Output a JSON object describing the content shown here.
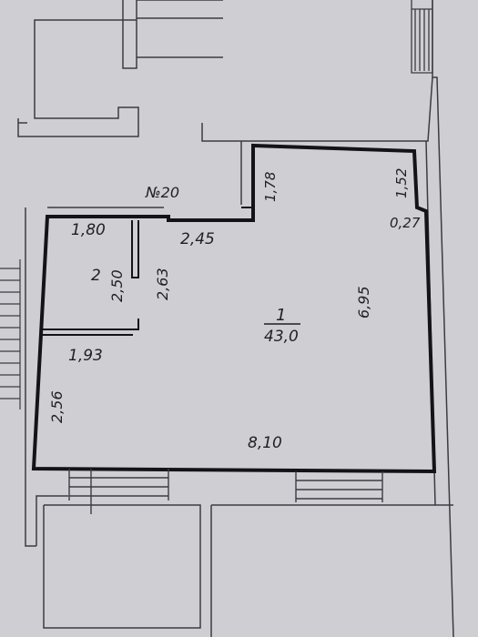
{
  "plan": {
    "number_label": "№20",
    "rooms": [
      {
        "number": "1",
        "area": "43,0"
      },
      {
        "number": "2",
        "area": ""
      }
    ],
    "dimensions": {
      "d_1_78": "1,78",
      "d_1_52": "1,52",
      "d_0_27": "0,27",
      "d_1_80": "1,80",
      "d_2_45": "2,45",
      "d_2_50": "2,50",
      "d_2_63": "2,63",
      "d_6_95": "6,95",
      "d_1_93": "1,93",
      "d_2_56": "2,56",
      "d_8_10": "8,10"
    }
  },
  "colors": {
    "paper": "#cfcfd3",
    "outline": "#3b3b42",
    "heavy_outline": "#141418",
    "text": "#1f1f24"
  }
}
